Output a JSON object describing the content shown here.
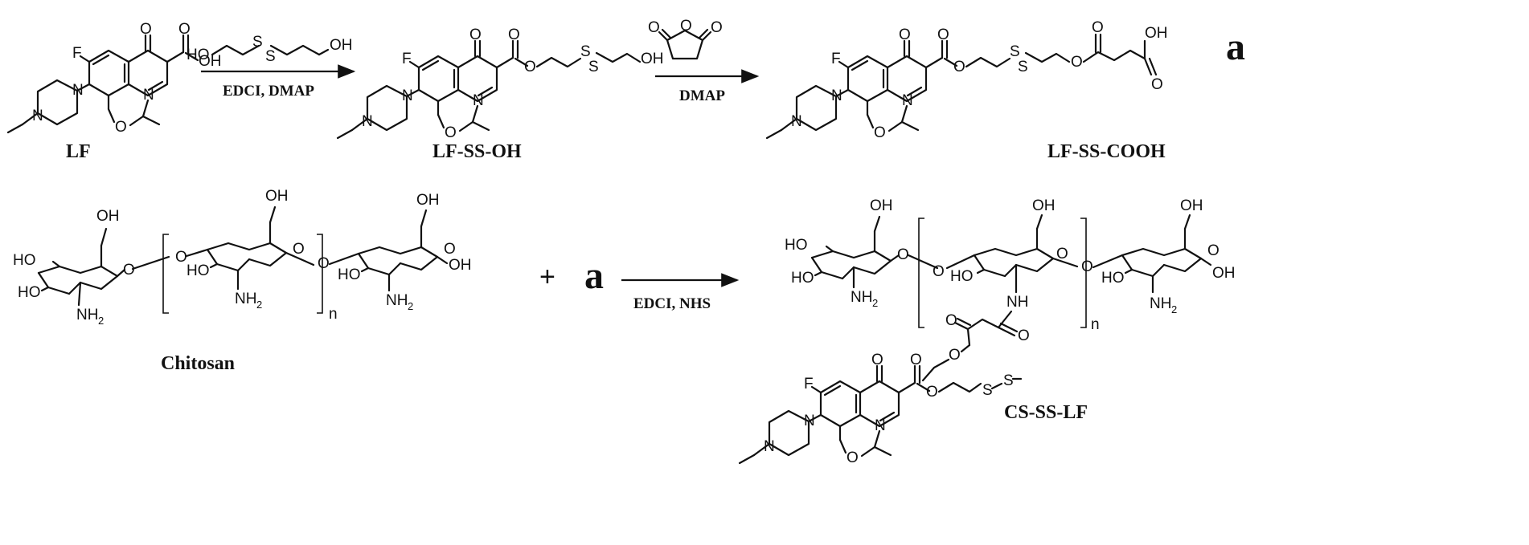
{
  "labels": {
    "lf": "LF",
    "lf_ss_oh": "LF-SS-OH",
    "lf_ss_cooh": "LF-SS-COOH",
    "chitosan": "Chitosan",
    "cs_ss_lf": "CS-SS-LF",
    "intermediate_a": "a",
    "reagent_a": "a",
    "plus": "+"
  },
  "conditions": {
    "step1": "EDCI,   DMAP",
    "step2": "DMAP",
    "step3": "EDCI,  NHS"
  },
  "atoms": {
    "O": "O",
    "OH": "OH",
    "HO": "HO",
    "F": "F",
    "N": "N",
    "S": "S",
    "NH": "NH",
    "NH2": "NH",
    "sub2": "2",
    "n": "n"
  }
}
